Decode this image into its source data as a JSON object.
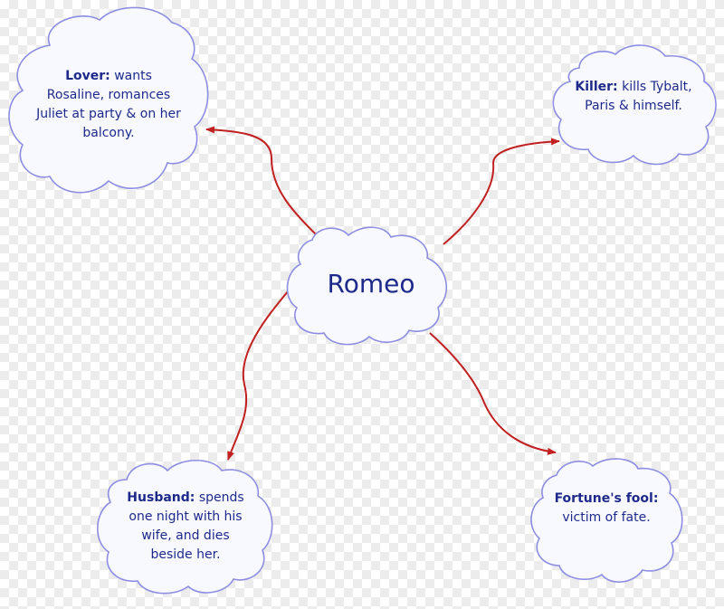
{
  "center": {
    "text": "Romeo"
  },
  "nodes": [
    {
      "id": "lover",
      "bold": "Lover:",
      "rest": " wants Rosaline, romances Juliet at party & on her balcony."
    },
    {
      "id": "killer",
      "bold": "Killer:",
      "rest": " kills Tybalt, Paris & himself."
    },
    {
      "id": "husband",
      "bold": "Husband:",
      "rest": " spends one night with his wife, and dies beside her."
    },
    {
      "id": "fortune",
      "bold": "Fortune's fool:",
      "rest": " victim of fate."
    }
  ],
  "colors": {
    "text": "#1e2a8a",
    "arrow": "#c22020",
    "cloud_stroke": "#8d8de2",
    "cloud_fill": "#f8f8ff"
  }
}
